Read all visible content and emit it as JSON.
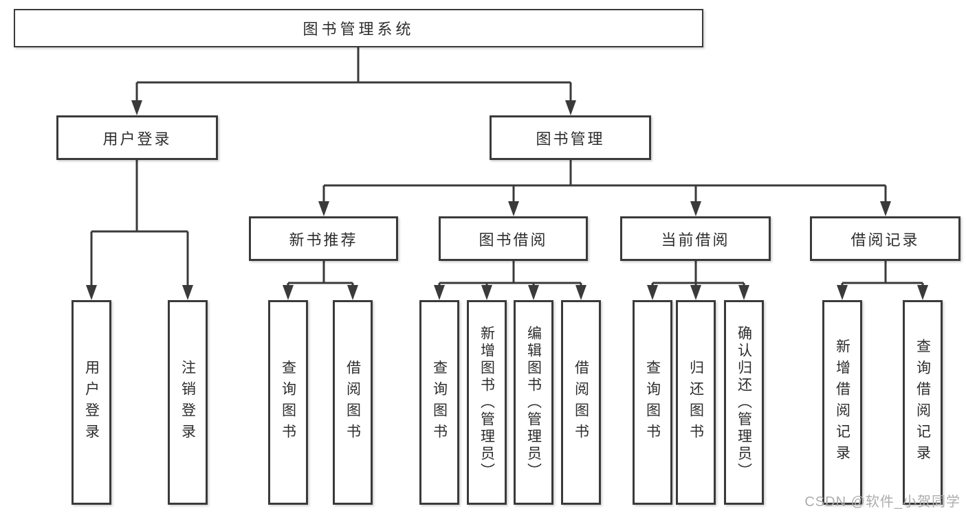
{
  "diagram": {
    "title": "图书管理系统",
    "branches": [
      {
        "label": "用户登录",
        "children": [
          {
            "label": "用户登录"
          },
          {
            "label": "注销登录"
          }
        ]
      },
      {
        "label": "图书管理",
        "children": [
          {
            "label": "新书推荐",
            "children": [
              {
                "label": "查询图书"
              },
              {
                "label": "借阅图书"
              }
            ]
          },
          {
            "label": "图书借阅",
            "children": [
              {
                "label": "查询图书"
              },
              {
                "label": "新增图书（管理员）"
              },
              {
                "label": "编辑图书（管理员）"
              },
              {
                "label": "借阅图书"
              }
            ]
          },
          {
            "label": "当前借阅",
            "children": [
              {
                "label": "查询图书"
              },
              {
                "label": "归还图书"
              },
              {
                "label": "确认归还（管理员）"
              }
            ]
          },
          {
            "label": "借阅记录",
            "children": [
              {
                "label": "新增借阅记录"
              },
              {
                "label": "查询借阅记录"
              }
            ]
          }
        ]
      }
    ]
  },
  "watermark": {
    "text": "CSDN @软件_小贺同学"
  },
  "colors": {
    "line": "#3a3a3a",
    "text": "#2d2d2d",
    "box_bg": "#ffffff",
    "watermark": "#adadad",
    "background": "#ffffff"
  }
}
